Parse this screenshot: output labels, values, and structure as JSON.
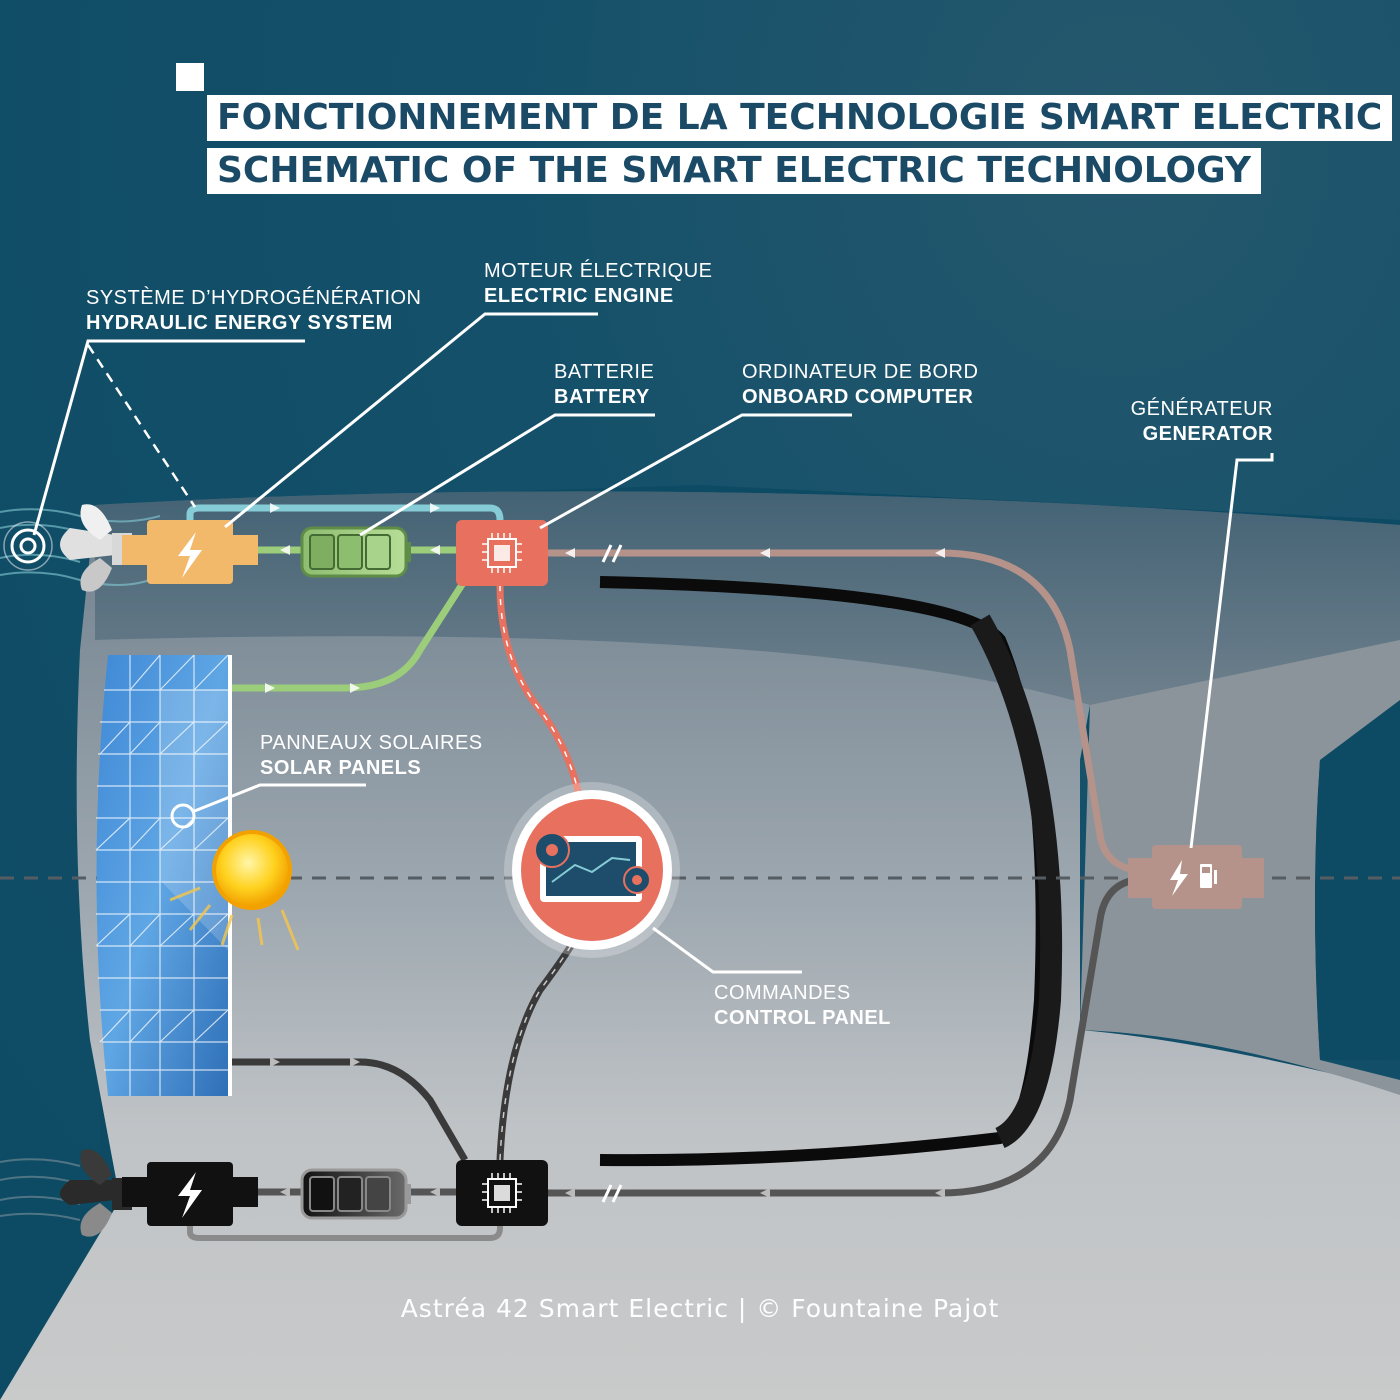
{
  "title": {
    "line_fr": "FONCTIONNEMENT DE LA TECHNOLOGIE SMART ELECTRIC",
    "line_en": "SCHEMATIC OF THE SMART ELECTRIC TECHNOLOGY"
  },
  "labels": {
    "hydro": {
      "fr": "SYSTÈME D’HYDROGÉNÉRATION",
      "en": "HYDRAULIC ENERGY SYSTEM"
    },
    "engine": {
      "fr": "MOTEUR ÉLECTRIQUE",
      "en": "ELECTRIC ENGINE"
    },
    "battery": {
      "fr": "BATTERIE",
      "en": "BATTERY"
    },
    "computer": {
      "fr": "ORDINATEUR DE BORD",
      "en": "ONBOARD COMPUTER"
    },
    "generator": {
      "fr": "GÉNÉRATEUR",
      "en": "GENERATOR"
    },
    "solar": {
      "fr": "PANNEAUX SOLAIRES",
      "en": "SOLAR PANELS"
    },
    "control": {
      "fr": "COMMANDES",
      "en": "CONTROL PANEL"
    }
  },
  "caption": "Astréa 42 Smart Electric | © Fountaine Pajot",
  "colors": {
    "background": "#14506a",
    "engine": "#f2b96b",
    "battery": "#9cc97e",
    "computer": "#e8705f",
    "generator": "#b5938a",
    "solar_flow": "#9ccd7a",
    "engine_loop": "#86ccd6",
    "control_link": "#e8705f",
    "dark_line": "#444444"
  },
  "icons": [
    "propeller-icon",
    "lightning-icon",
    "chip-icon",
    "gear-icon",
    "fuel-pump-icon",
    "sun-icon",
    "hydro-target-icon"
  ]
}
